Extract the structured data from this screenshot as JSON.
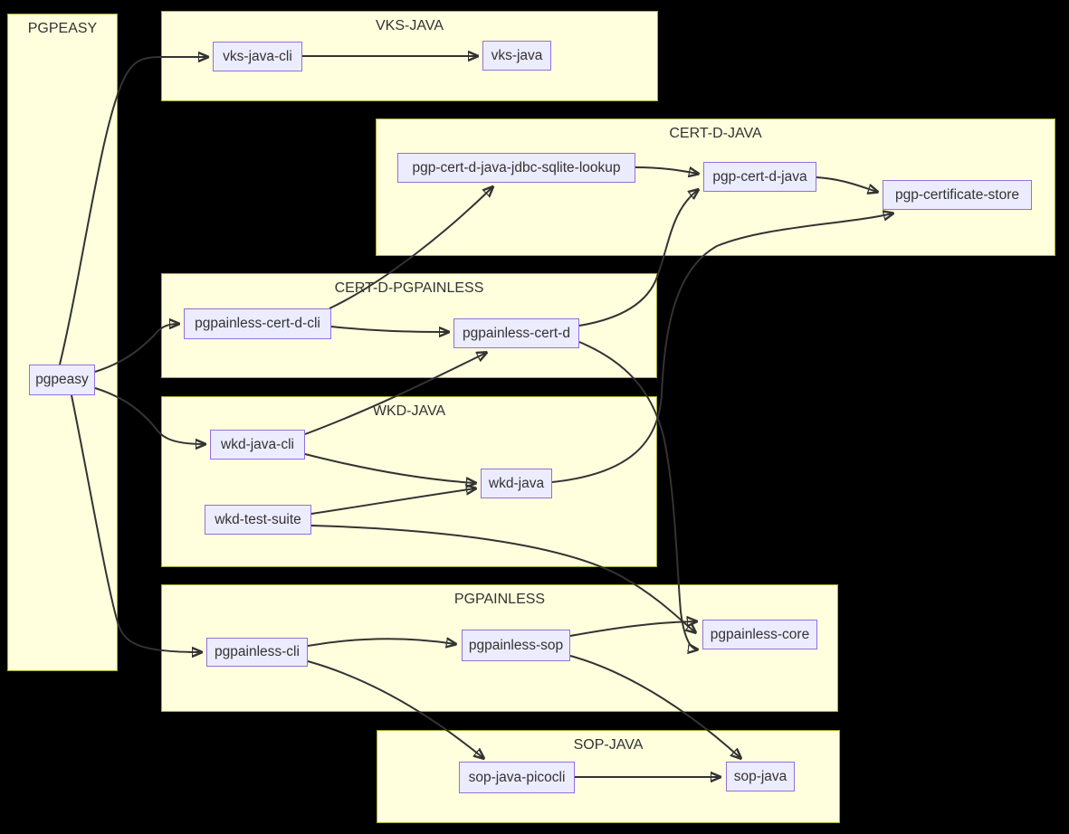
{
  "diagram": {
    "type": "flowchart",
    "direction": "LR",
    "clusters": [
      {
        "id": "PGPEASY",
        "title": "PGPEASY"
      },
      {
        "id": "VKS-JAVA",
        "title": "VKS-JAVA"
      },
      {
        "id": "CERT-D-JAVA",
        "title": "CERT-D-JAVA"
      },
      {
        "id": "CERT-D-PGPAINLESS",
        "title": "CERT-D-PGPAINLESS"
      },
      {
        "id": "WKD-JAVA",
        "title": "WKD-JAVA"
      },
      {
        "id": "PGPAINLESS",
        "title": "PGPAINLESS"
      },
      {
        "id": "SOP-JAVA",
        "title": "SOP-JAVA"
      }
    ],
    "nodes": [
      {
        "id": "pgpeasy",
        "label": "pgpeasy",
        "cluster": "PGPEASY"
      },
      {
        "id": "vks-java-cli",
        "label": "vks-java-cli",
        "cluster": "VKS-JAVA"
      },
      {
        "id": "vks-java",
        "label": "vks-java",
        "cluster": "VKS-JAVA"
      },
      {
        "id": "pgp-cert-d-java-jdbc-sqlite-lookup",
        "label": "pgp-cert-d-java-jdbc-sqlite-lookup",
        "cluster": "CERT-D-JAVA"
      },
      {
        "id": "pgp-cert-d-java",
        "label": "pgp-cert-d-java",
        "cluster": "CERT-D-JAVA"
      },
      {
        "id": "pgp-certificate-store",
        "label": "pgp-certificate-store",
        "cluster": "CERT-D-JAVA"
      },
      {
        "id": "pgpainless-cert-d-cli",
        "label": "pgpainless-cert-d-cli",
        "cluster": "CERT-D-PGPAINLESS"
      },
      {
        "id": "pgpainless-cert-d",
        "label": "pgpainless-cert-d",
        "cluster": "CERT-D-PGPAINLESS"
      },
      {
        "id": "wkd-java-cli",
        "label": "wkd-java-cli",
        "cluster": "WKD-JAVA"
      },
      {
        "id": "wkd-java",
        "label": "wkd-java",
        "cluster": "WKD-JAVA"
      },
      {
        "id": "wkd-test-suite",
        "label": "wkd-test-suite",
        "cluster": "WKD-JAVA"
      },
      {
        "id": "pgpainless-cli",
        "label": "pgpainless-cli",
        "cluster": "PGPAINLESS"
      },
      {
        "id": "pgpainless-sop",
        "label": "pgpainless-sop",
        "cluster": "PGPAINLESS"
      },
      {
        "id": "pgpainless-core",
        "label": "pgpainless-core",
        "cluster": "PGPAINLESS"
      },
      {
        "id": "sop-java-picocli",
        "label": "sop-java-picocli",
        "cluster": "SOP-JAVA"
      },
      {
        "id": "sop-java",
        "label": "sop-java",
        "cluster": "SOP-JAVA"
      }
    ],
    "edges": [
      {
        "from": "pgpeasy",
        "to": "vks-java-cli"
      },
      {
        "from": "pgpeasy",
        "to": "pgpainless-cert-d-cli"
      },
      {
        "from": "pgpeasy",
        "to": "wkd-java-cli"
      },
      {
        "from": "pgpeasy",
        "to": "pgpainless-cli"
      },
      {
        "from": "vks-java-cli",
        "to": "vks-java"
      },
      {
        "from": "pgp-cert-d-java-jdbc-sqlite-lookup",
        "to": "pgp-cert-d-java"
      },
      {
        "from": "pgp-cert-d-java",
        "to": "pgp-certificate-store"
      },
      {
        "from": "pgpainless-cert-d-cli",
        "to": "pgp-cert-d-java-jdbc-sqlite-lookup"
      },
      {
        "from": "pgpainless-cert-d-cli",
        "to": "pgpainless-cert-d"
      },
      {
        "from": "pgpainless-cert-d",
        "to": "pgp-cert-d-java"
      },
      {
        "from": "pgpainless-cert-d",
        "to": "pgpainless-core"
      },
      {
        "from": "wkd-java-cli",
        "to": "pgpainless-cert-d"
      },
      {
        "from": "wkd-java-cli",
        "to": "wkd-java"
      },
      {
        "from": "wkd-test-suite",
        "to": "wkd-java"
      },
      {
        "from": "wkd-test-suite",
        "to": "pgpainless-core"
      },
      {
        "from": "wkd-java",
        "to": "pgp-certificate-store"
      },
      {
        "from": "pgpainless-cli",
        "to": "pgpainless-sop"
      },
      {
        "from": "pgpainless-cli",
        "to": "sop-java-picocli"
      },
      {
        "from": "pgpainless-sop",
        "to": "pgpainless-core"
      },
      {
        "from": "pgpainless-sop",
        "to": "sop-java"
      },
      {
        "from": "sop-java-picocli",
        "to": "sop-java"
      }
    ],
    "colors": {
      "background": "#000000",
      "cluster_fill": "#ffffde",
      "cluster_border": "#aaaa33",
      "node_fill": "#ececff",
      "node_border": "#9370db",
      "edge_stroke": "#333333",
      "text": "#333333"
    }
  }
}
